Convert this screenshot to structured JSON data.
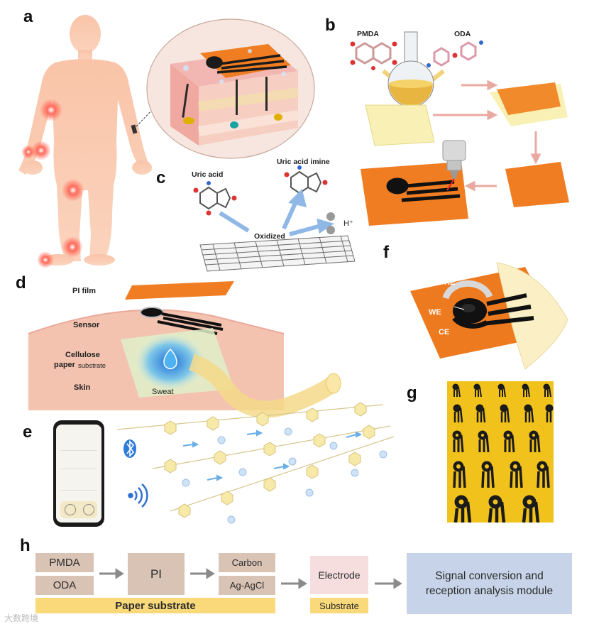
{
  "panels": {
    "a": "a",
    "b": "b",
    "c": "c",
    "d": "d",
    "e": "e",
    "f": "f",
    "g": "g",
    "h": "h"
  },
  "panel_b": {
    "pmda": "PMDA",
    "oda": "ODA"
  },
  "panel_c": {
    "uric_acid": "Uric acid",
    "uric_acid_imine": "Uric acid imine",
    "oxidized": "Oxidized",
    "proton": "H⁺"
  },
  "panel_d": {
    "pi_film": "PI film",
    "sensor": "Sensor",
    "cellulose": "Cellulose",
    "paper_substrate_1": "paper",
    "paper_substrate_2": "substrate",
    "skin": "Skin",
    "sweat": "Sweat"
  },
  "panel_f": {
    "re": "RE",
    "we": "WE",
    "ce": "CE"
  },
  "panel_h": {
    "pmda": "PMDA",
    "oda": "ODA",
    "pi": "PI",
    "carbon": "Carbon",
    "ag_agcl": "Ag-AgCl",
    "electrode": "Electrode",
    "signal_line1": "Signal conversion and",
    "signal_line2": "reception analysis module",
    "paper_substrate": "Paper substrate",
    "substrate": "Substrate"
  },
  "watermark": "大数跨境",
  "colors": {
    "skin": "#f7c9ad",
    "pi_orange": "#f07d22",
    "flow_tan": "#d9c3b5",
    "flow_blue": "#c7d3e8",
    "flow_yellow": "#f9d97a",
    "flow_pink": "#f6dede"
  }
}
